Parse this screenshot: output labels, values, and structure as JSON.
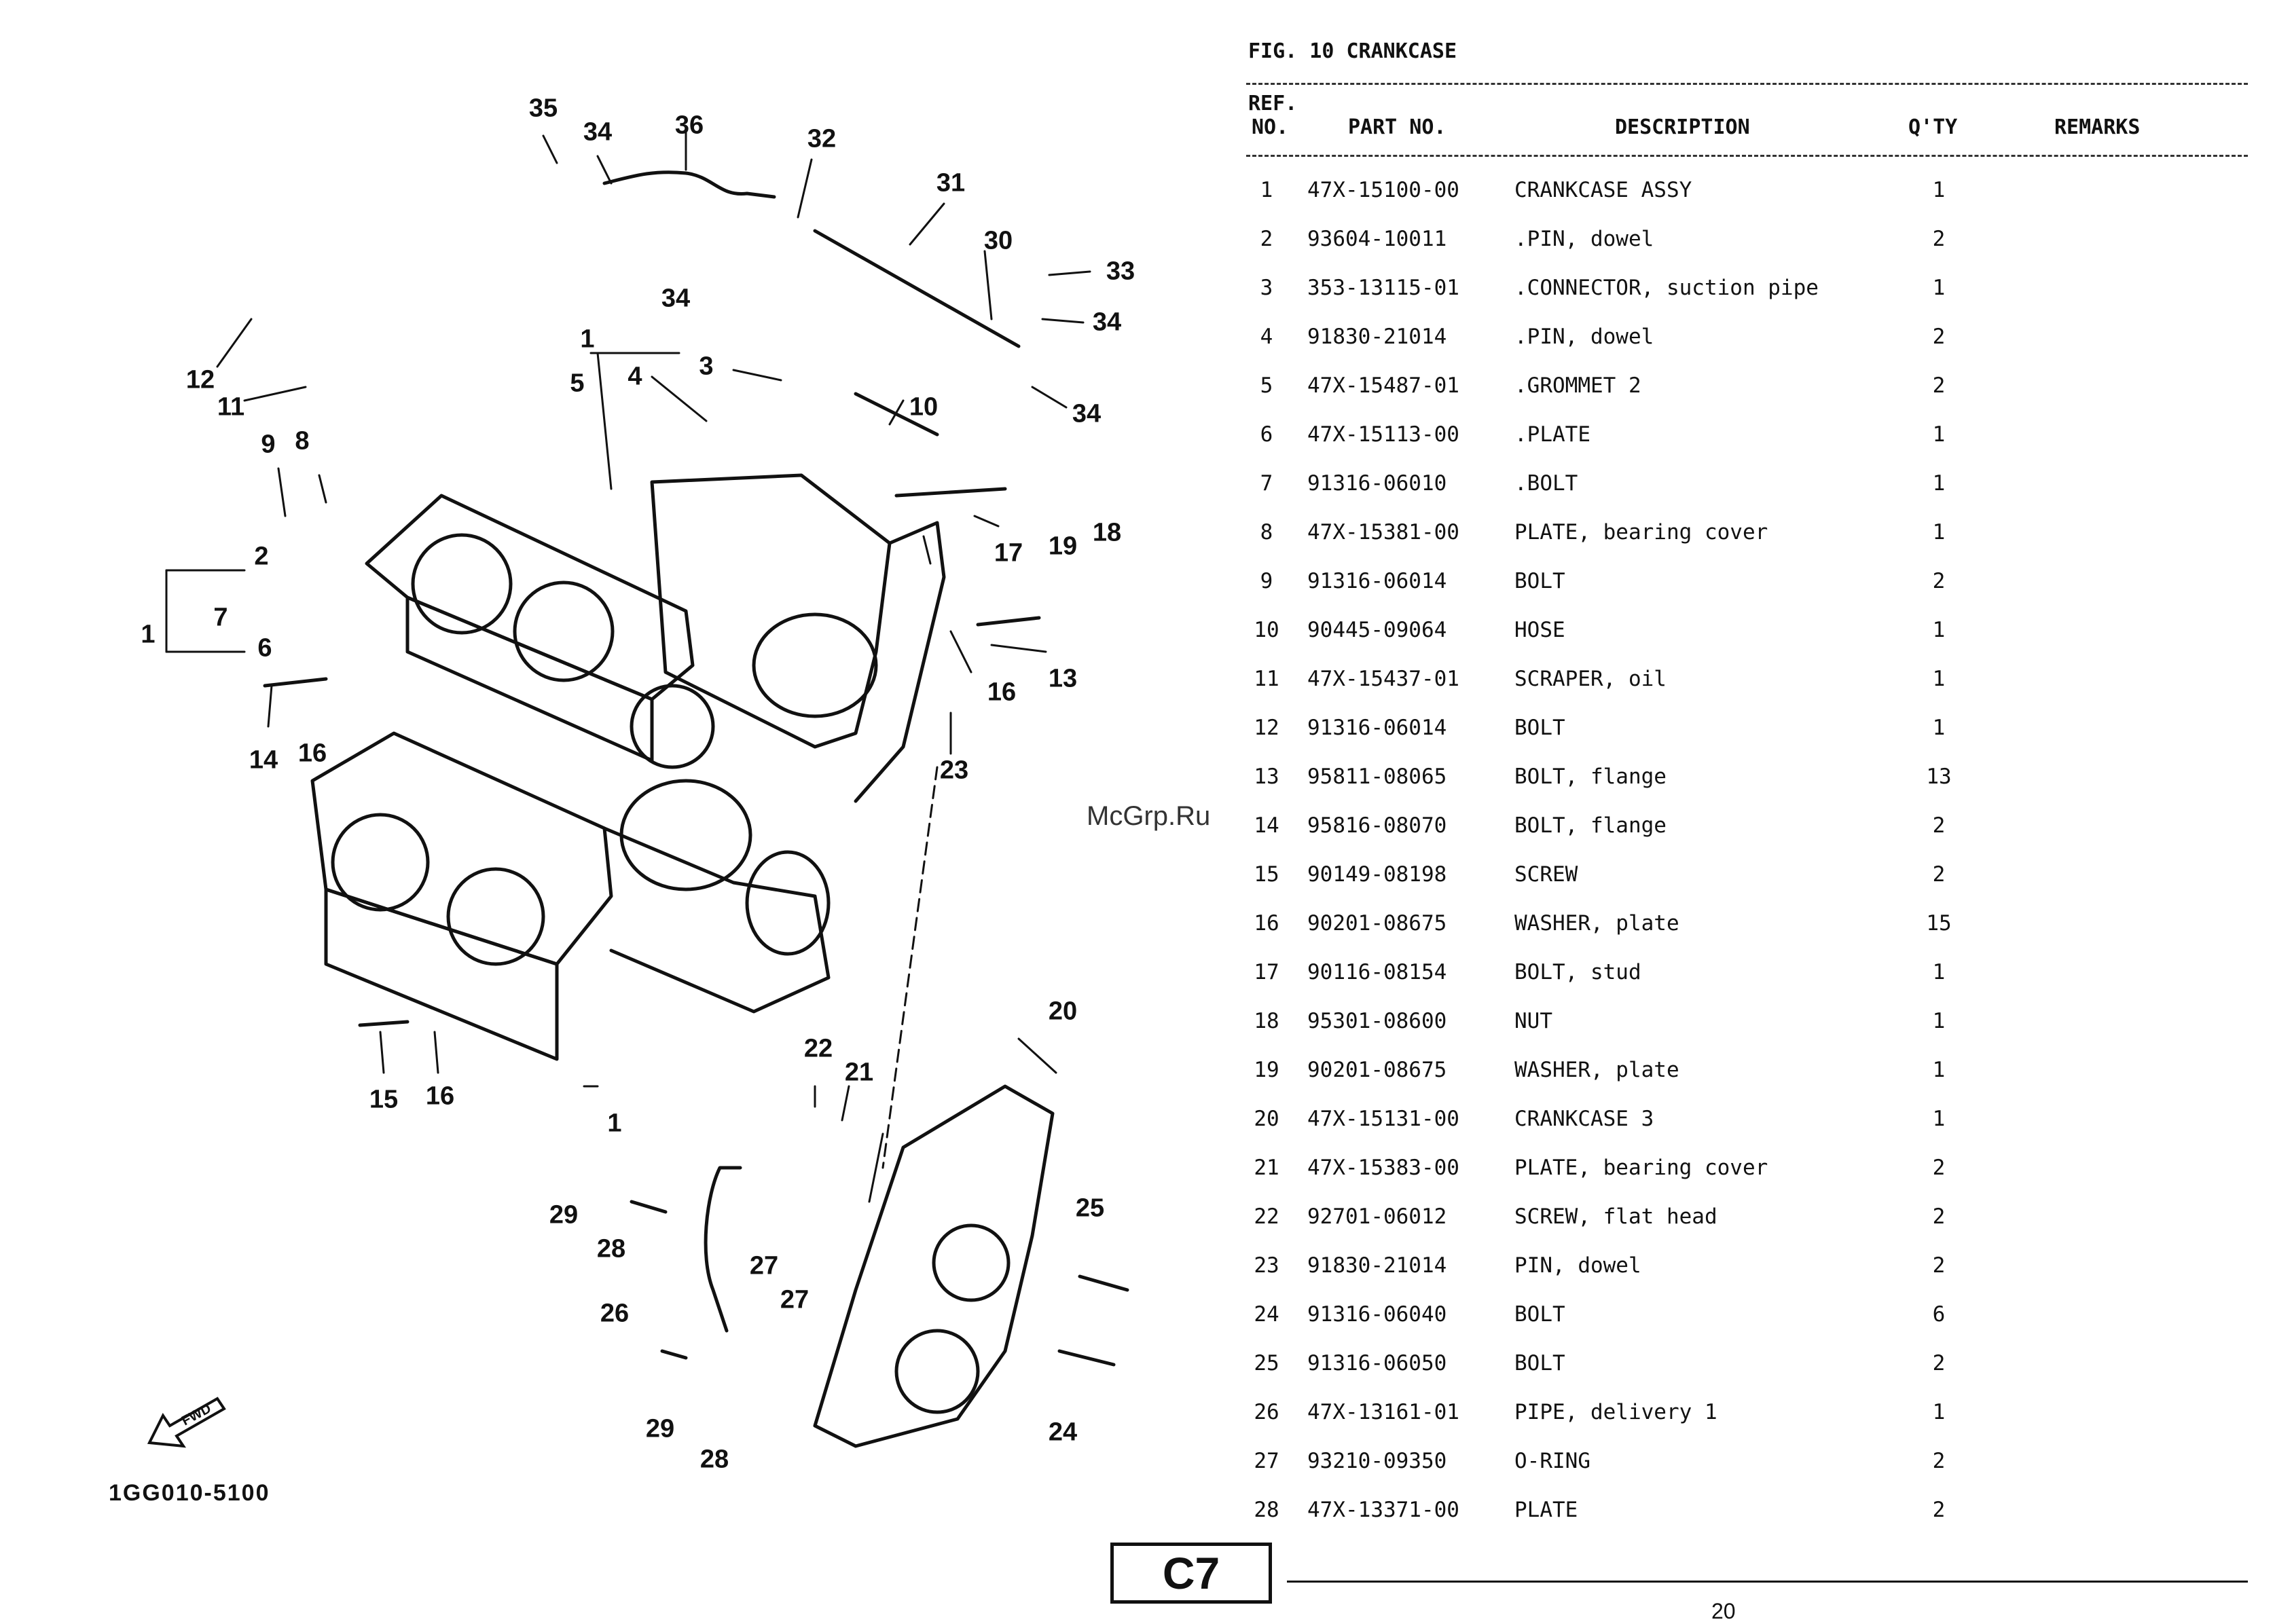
{
  "figure": {
    "title": "FIG. 10  CRANKCASE",
    "diagram_code": "1GG010-5100",
    "fwd_label": "FWD"
  },
  "watermark": "McGrp.Ru",
  "table": {
    "headers": {
      "ref_top": "REF.",
      "ref_bottom": "NO.",
      "part": "PART NO.",
      "desc": "DESCRIPTION",
      "qty": "Q'TY",
      "remarks": "REMARKS"
    },
    "rows": [
      {
        "ref": "1",
        "part": "47X-15100-00",
        "desc": "CRANKCASE ASSY",
        "qty": "1"
      },
      {
        "ref": "2",
        "part": "93604-10011",
        "desc": ".PIN, dowel",
        "qty": "2"
      },
      {
        "ref": "3",
        "part": "353-13115-01",
        "desc": ".CONNECTOR, suction pipe",
        "qty": "1"
      },
      {
        "ref": "4",
        "part": "91830-21014",
        "desc": ".PIN, dowel",
        "qty": "2"
      },
      {
        "ref": "5",
        "part": "47X-15487-01",
        "desc": ".GROMMET 2",
        "qty": "2"
      },
      {
        "ref": "6",
        "part": "47X-15113-00",
        "desc": ".PLATE",
        "qty": "1"
      },
      {
        "ref": "7",
        "part": "91316-06010",
        "desc": ".BOLT",
        "qty": "1"
      },
      {
        "ref": "8",
        "part": "47X-15381-00",
        "desc": "PLATE, bearing cover",
        "qty": "1"
      },
      {
        "ref": "9",
        "part": "91316-06014",
        "desc": "BOLT",
        "qty": "2"
      },
      {
        "ref": "10",
        "part": "90445-09064",
        "desc": "HOSE",
        "qty": "1"
      },
      {
        "ref": "11",
        "part": "47X-15437-01",
        "desc": "SCRAPER, oil",
        "qty": "1"
      },
      {
        "ref": "12",
        "part": "91316-06014",
        "desc": "BOLT",
        "qty": "1"
      },
      {
        "ref": "13",
        "part": "95811-08065",
        "desc": "BOLT, flange",
        "qty": "13"
      },
      {
        "ref": "14",
        "part": "95816-08070",
        "desc": "BOLT, flange",
        "qty": "2"
      },
      {
        "ref": "15",
        "part": "90149-08198",
        "desc": "SCREW",
        "qty": "2"
      },
      {
        "ref": "16",
        "part": "90201-08675",
        "desc": "WASHER, plate",
        "qty": "15"
      },
      {
        "ref": "17",
        "part": "90116-08154",
        "desc": "BOLT, stud",
        "qty": "1"
      },
      {
        "ref": "18",
        "part": "95301-08600",
        "desc": "NUT",
        "qty": "1"
      },
      {
        "ref": "19",
        "part": "90201-08675",
        "desc": "WASHER, plate",
        "qty": "1"
      },
      {
        "ref": "20",
        "part": "47X-15131-00",
        "desc": "CRANKCASE 3",
        "qty": "1"
      },
      {
        "ref": "21",
        "part": "47X-15383-00",
        "desc": "PLATE, bearing cover",
        "qty": "2"
      },
      {
        "ref": "22",
        "part": "92701-06012",
        "desc": "SCREW, flat head",
        "qty": "2"
      },
      {
        "ref": "23",
        "part": "91830-21014",
        "desc": "PIN, dowel",
        "qty": "2"
      },
      {
        "ref": "24",
        "part": "91316-06040",
        "desc": "BOLT",
        "qty": "6"
      },
      {
        "ref": "25",
        "part": "91316-06050",
        "desc": "BOLT",
        "qty": "2"
      },
      {
        "ref": "26",
        "part": "47X-13161-01",
        "desc": "PIPE, delivery 1",
        "qty": "1"
      },
      {
        "ref": "27",
        "part": "93210-09350",
        "desc": "O-RING",
        "qty": "2"
      },
      {
        "ref": "28",
        "part": "47X-13371-00",
        "desc": "PLATE",
        "qty": "2"
      }
    ]
  },
  "callouts": [
    "35",
    "34",
    "36",
    "32",
    "31",
    "30",
    "33",
    "34",
    "34",
    "34",
    "12",
    "11",
    "1",
    "4",
    "3",
    "5",
    "10",
    "9",
    "8",
    "17",
    "19",
    "18",
    "2",
    "7",
    "1",
    "6",
    "16",
    "13",
    "14",
    "16",
    "23",
    "15",
    "16",
    "1",
    "20",
    "22",
    "21",
    "29",
    "28",
    "27",
    "25",
    "26",
    "27",
    "29",
    "28",
    "24"
  ],
  "section": "C7",
  "page_number": "20"
}
